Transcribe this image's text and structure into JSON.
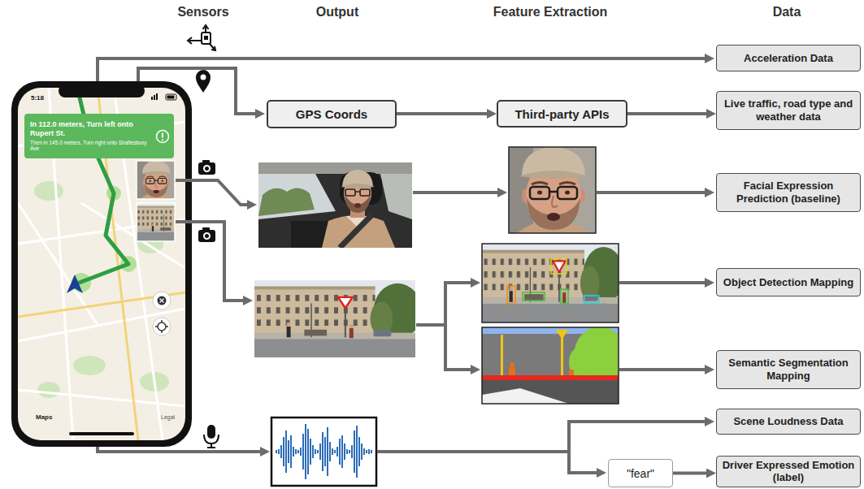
{
  "diagram": {
    "nodes": [
      {
        "text": [
          "Acceleration Data"
        ]
      },
      {
        "text": [
          "GPS Coords"
        ]
      },
      {
        "text": [
          "Third-party APIs"
        ]
      },
      {
        "text": [
          "Live traffic, road type and weather data"
        ]
      },
      {
        "text": [
          "In 112.0 meters, Turn left onto Rupert St.",
          "Then in 145.0 meters, Turn right onto Shaftesbury Ave"
        ]
      },
      {
        "text": [
          "Facial Expression Prediction (baseline)"
        ]
      },
      {
        "text": [
          "Object Detection Mapping"
        ]
      },
      {
        "text": [
          "Semantic Segmentation Mapping"
        ]
      },
      {
        "text": [
          "Scene Loudness Data"
        ]
      },
      {
        "text": [
          "\"fear\""
        ]
      },
      {
        "text": [
          "Driver Expressed Emotion (label)"
        ]
      }
    ],
    "edges": [
      {
        "from": 1,
        "to": 2,
        "arrow": "to"
      },
      {
        "from": 2,
        "to": 3,
        "arrow": "to"
      },
      {
        "from": 9,
        "to": 10,
        "arrow": "to"
      }
    ],
    "labels": [
      "Sensors",
      "Output",
      "Feature Extraction",
      "Data",
      "5:18",
      "Maps",
      "Legal"
    ]
  }
}
